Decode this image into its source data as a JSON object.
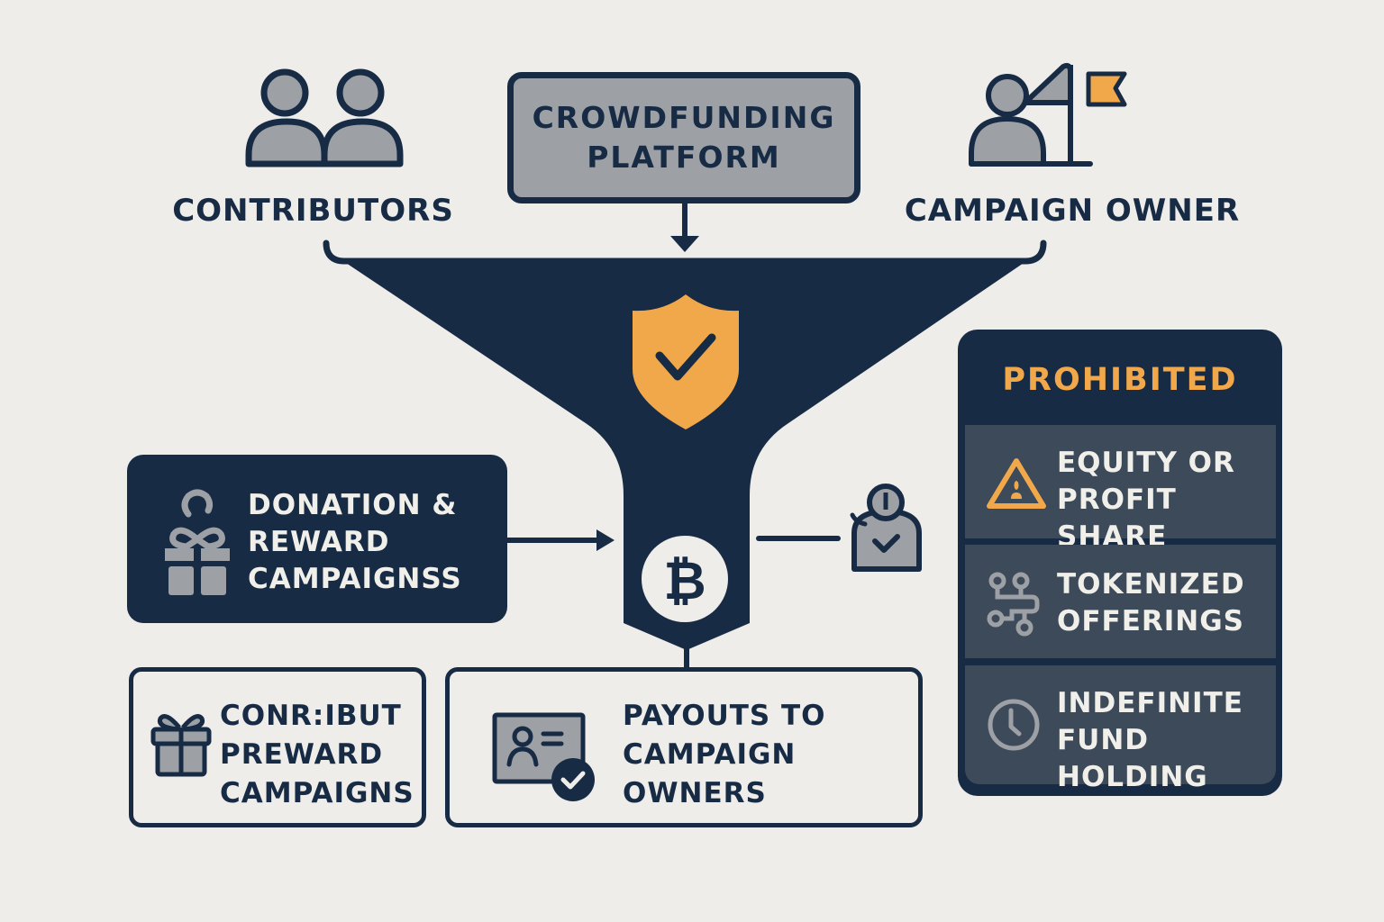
{
  "colors": {
    "background": "#efede9",
    "navy": "#182b45",
    "gray": "#9da1a6",
    "accent_orange": "#f0a84a",
    "row_slate": "#3d4a5a",
    "light_text": "#f1efea"
  },
  "top": {
    "contributors": {
      "label": "CONTRIBUTORS",
      "icon": "two-people-icon"
    },
    "platform": {
      "line1": "CROWDFUNDING",
      "line2": "PLATFORM"
    },
    "campaign_owner": {
      "label": "CAMPAIGN OWNER",
      "icon": "person-with-flag-icon"
    }
  },
  "funnel": {
    "top_icon": "shield-check-icon",
    "bottom_icon": "bitcoin-icon",
    "right_icon": "verified-person-icon"
  },
  "donation_box": {
    "icon": "gift-icon",
    "lines": [
      "DONATION &",
      "REWARD",
      "CAMPAIGNSS"
    ]
  },
  "bottom_boxes": [
    {
      "icon": "gift-icon",
      "lines": [
        "CONR:IBUT",
        "PREWARD",
        "CAMPAIGNS"
      ]
    },
    {
      "icon": "id-card-check-icon",
      "lines": [
        "PAYOUTS TO",
        "CAMPAIGN",
        "OWNERS"
      ]
    }
  ],
  "prohibited": {
    "title": "PROHIBITED",
    "items": [
      {
        "icon": "warning-triangle-icon",
        "lines": [
          "EQUITY OR",
          "PROFIT SHARE"
        ]
      },
      {
        "icon": "circuit-token-icon",
        "lines": [
          "TOKENIZED",
          "OFFERINGS"
        ]
      },
      {
        "icon": "clock-icon",
        "lines": [
          "INDEFINITE",
          "FUND HOLDING"
        ]
      }
    ]
  }
}
